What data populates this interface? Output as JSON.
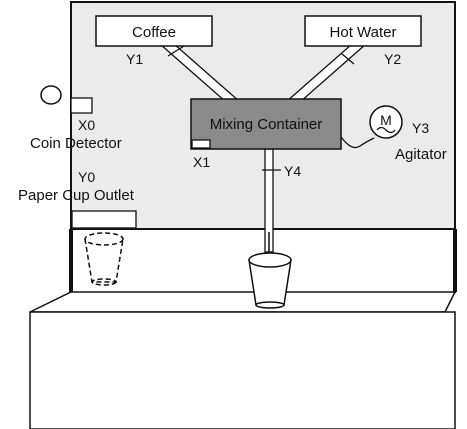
{
  "colors": {
    "panel": "#ebebeb",
    "mixing_container": "#8a8a8a",
    "outline": "#111111",
    "background": "#ffffff"
  },
  "labels": {
    "coffee": "Coffee",
    "hot_water": "Hot Water",
    "mixing_container": "Mixing Container",
    "y1": "Y1",
    "y2": "Y2",
    "y3": "Y3",
    "y4": "Y4",
    "x0": "X0",
    "x1": "X1",
    "y0": "Y0",
    "coin_detector": "Coin Detector",
    "paper_cup_outlet": "Paper Cup Outlet",
    "agitator": "Agitator",
    "motor_symbol": "M"
  }
}
